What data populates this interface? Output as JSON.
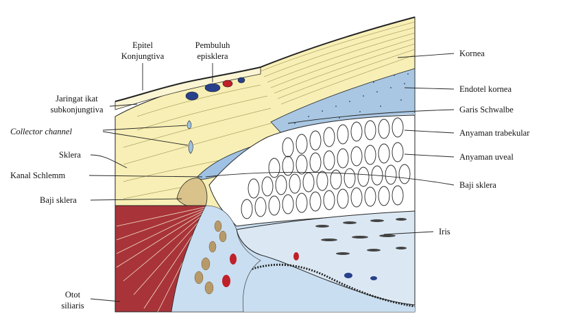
{
  "labels": {
    "epitel_konjungtiva_1": "Epitel",
    "epitel_konjungtiva_2": "Konjungtiva",
    "pembuluh_episklera_1": "Pembuluh",
    "pembuluh_episklera_2": "episklera",
    "jaringat_ikat_1": "Jaringat ikat",
    "jaringat_ikat_2": "subkonjungtiva",
    "collector_channel": "Collector channel",
    "sklera": "Sklera",
    "kanal_schlemm": "Kanal Schlemm",
    "baji_sklera_left": "Baji sklera",
    "otot_siliaris_1": "Otot",
    "otot_siliaris_2": "siliaris",
    "kornea": "Kornea",
    "endotel_kornea": "Endotel kornea",
    "garis_schwalbe": "Garis Schwalbe",
    "anyaman_trabekular": "Anyaman trabekular",
    "anyaman_uveal": "Anyaman uveal",
    "baji_sklera_right": "Baji sklera",
    "iris": "Iris"
  },
  "colors": {
    "sclera": "#f7efb5",
    "cornea": "#f4e9a6",
    "aqueous": "#c9def0",
    "muscle": "#a8343a",
    "vessel_blue": "#27408b",
    "vessel_red": "#c0202a",
    "pigment": "#b89a6a",
    "outline": "#222222"
  }
}
